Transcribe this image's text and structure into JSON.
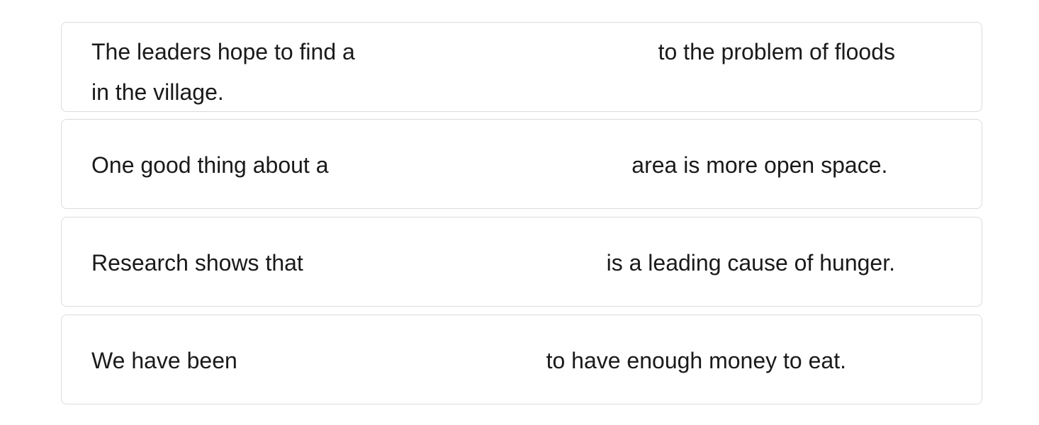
{
  "questions": [
    {
      "before": "The leaders hope to find a",
      "after": "to the problem of floods",
      "continuation": "in the village."
    },
    {
      "before": "One good thing about a",
      "after": "area is more open space."
    },
    {
      "before": "Research shows that",
      "after": "is a leading cause of hunger."
    },
    {
      "before": "We have been",
      "after": "to have enough money to eat."
    }
  ]
}
